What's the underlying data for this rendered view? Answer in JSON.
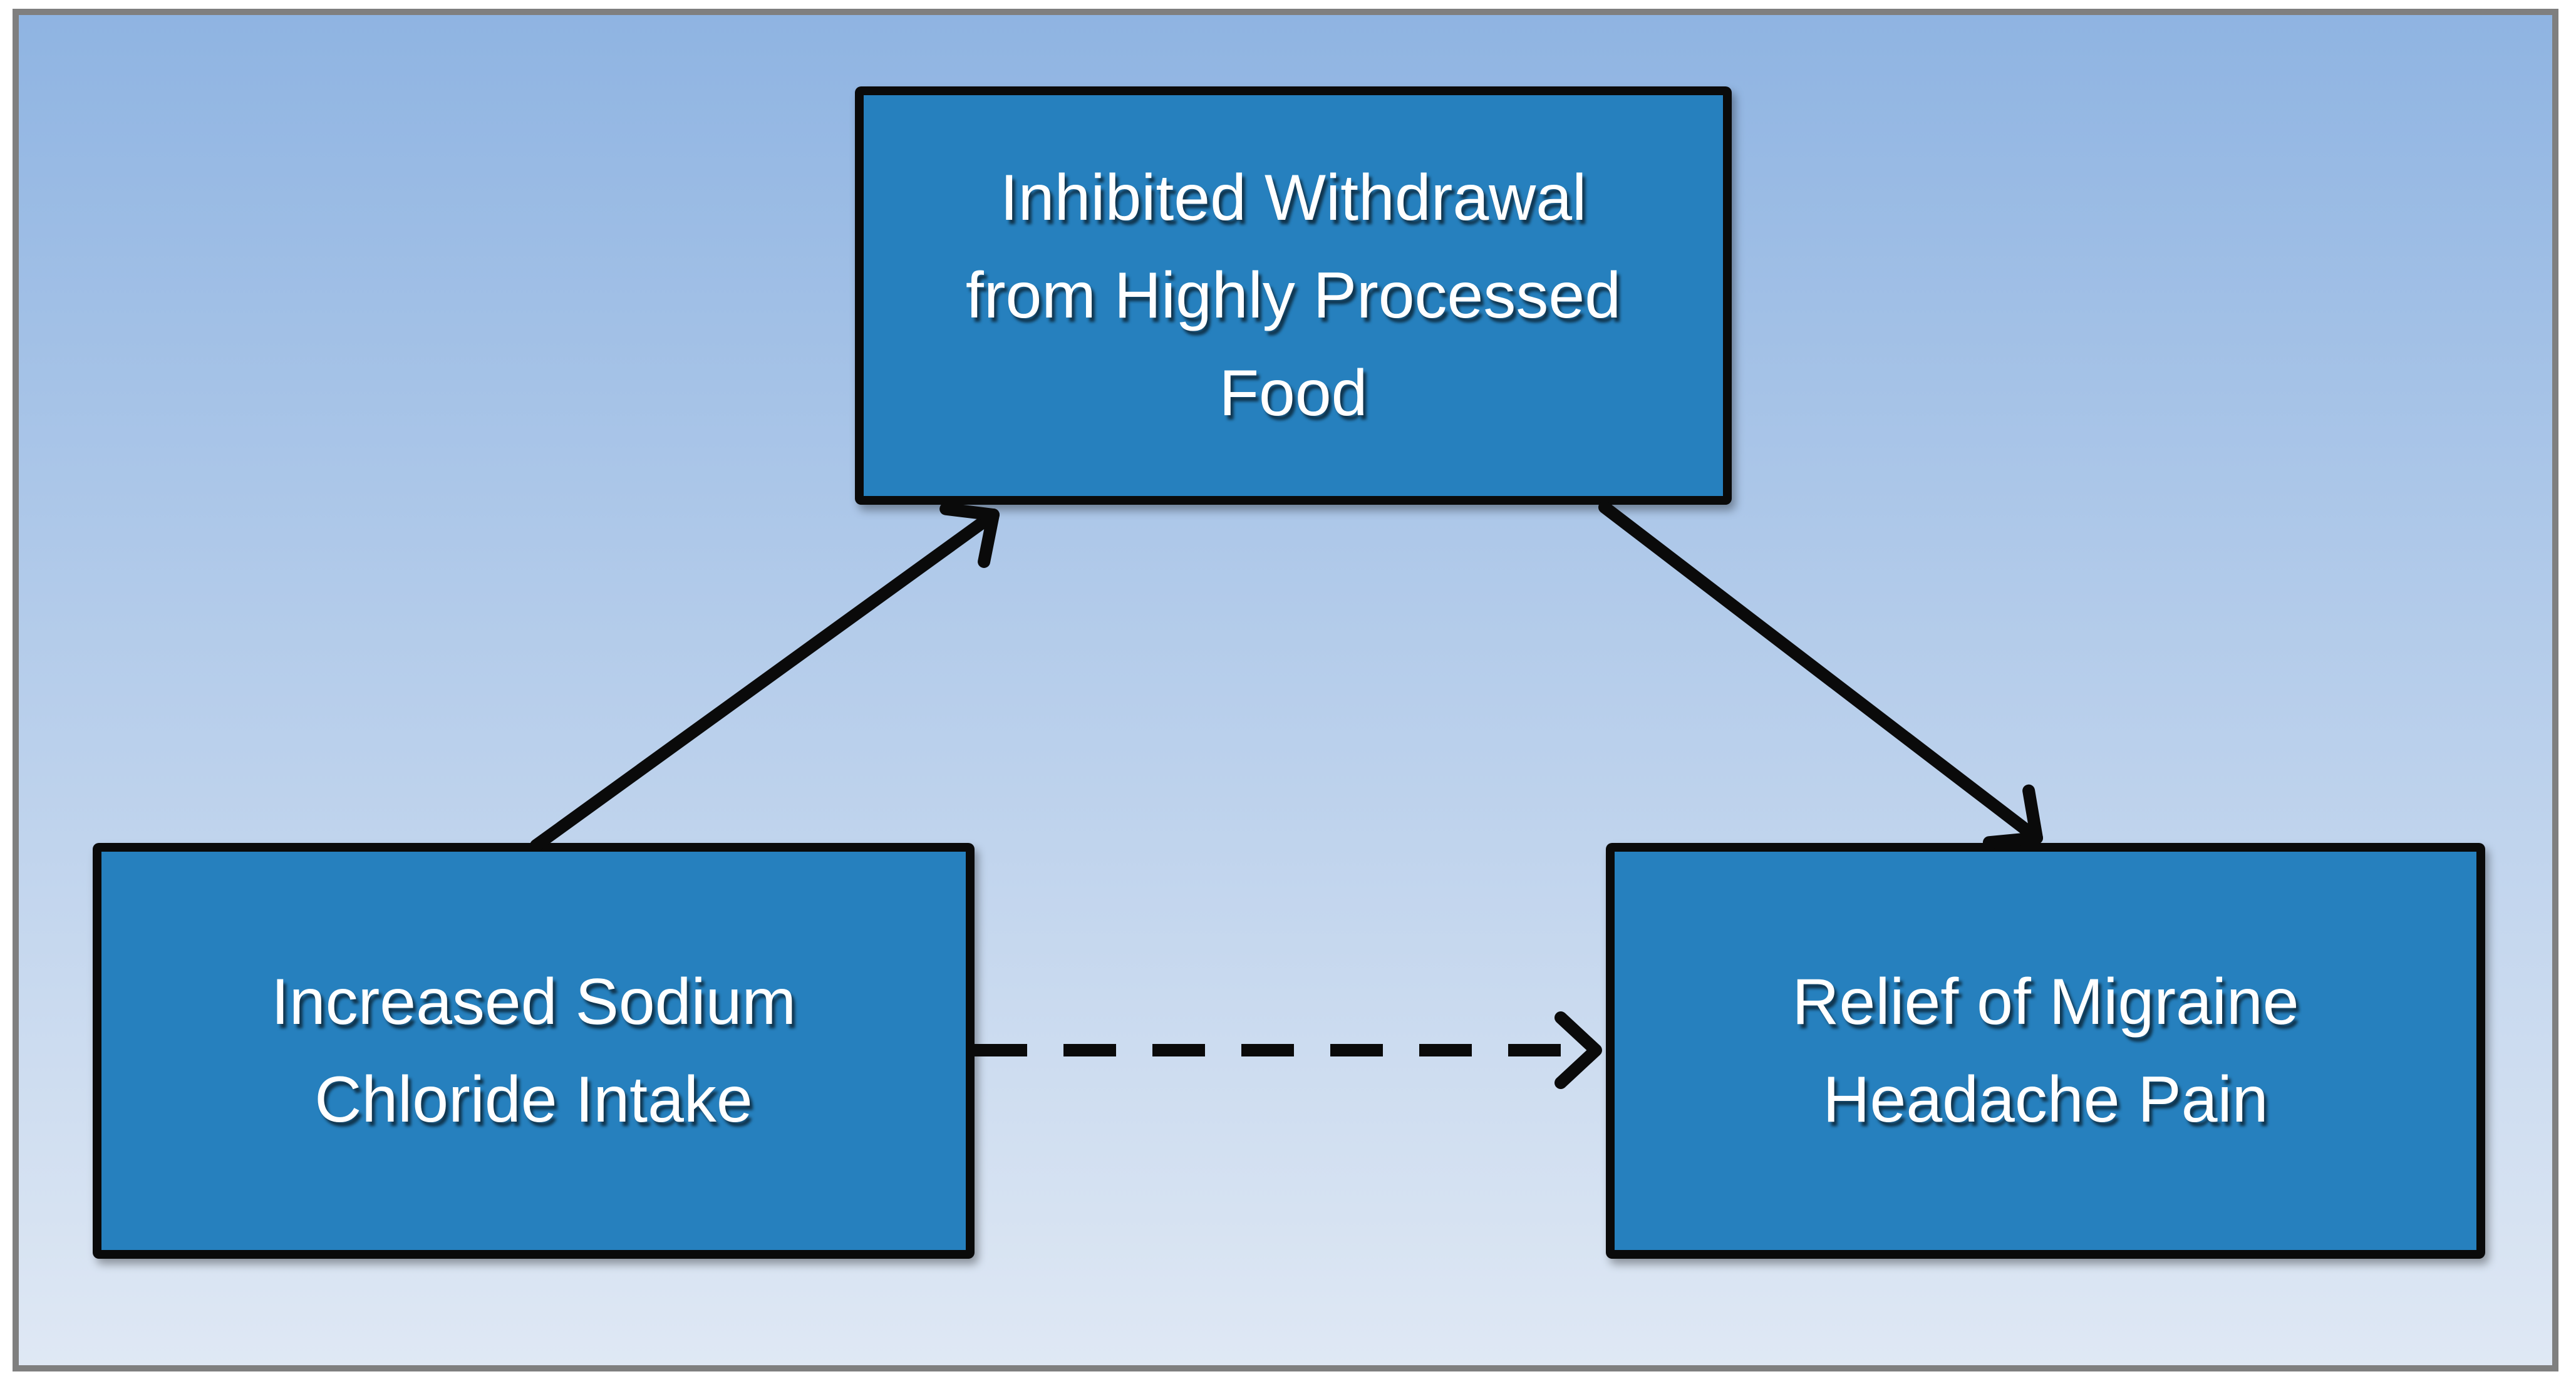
{
  "diagram": {
    "nodes": {
      "mediator": {
        "label": "Inhibited Withdrawal\nfrom Highly Processed\nFood"
      },
      "predictor": {
        "label": "Increased Sodium\nChloride Intake"
      },
      "outcome": {
        "label": "Relief of Migraine\nHeadache Pain"
      }
    },
    "edges": [
      {
        "from": "Increased Sodium Chloride Intake",
        "to": "Inhibited Withdrawal from Highly Processed Food",
        "line_style": "solid"
      },
      {
        "from": "Inhibited Withdrawal from Highly Processed Food",
        "to": "Relief of Migraine Headache Pain",
        "line_style": "solid"
      },
      {
        "from": "Increased Sodium Chloride Intake",
        "to": "Relief of Migraine Headache Pain",
        "line_style": "dashed"
      }
    ]
  },
  "colors": {
    "node_fill": "#2680BE",
    "node_border": "#0A0A0A",
    "node_text": "#FFFFFF",
    "arrow_color": "#0A0A0A",
    "background_top": "#8FB4E2",
    "background_bottom": "#DFE8F4",
    "frame_border": "#7F7F7F",
    "page_background": "#FFFFFF"
  }
}
